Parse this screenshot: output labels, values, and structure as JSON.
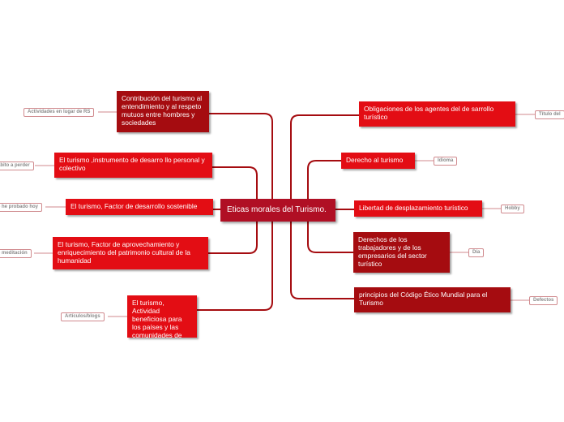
{
  "center": {
    "label": "Eticas morales del Turismo."
  },
  "left_nodes": [
    {
      "label": "Contribución del turismo al entendimiento y al respeto mutuos entre hombres y sociedades",
      "tag": "Actividades en lugar de RS"
    },
    {
      "label": "El turismo ,instrumento de desarro llo personal y colectivo",
      "tag": "ábito a perder"
    },
    {
      "label": "El turismo, Factor de desarrollo sostenible",
      "tag": "e he probado hoy"
    },
    {
      "label": "El turismo, Factor de aprovechamiento y enriquecimiento del patrimonio cultural de la humanidad",
      "tag": "e meditación"
    },
    {
      "label": "El turismo, Actividad beneficiosa para los países y las comunidades de destino",
      "tag": "Artículos/blogs"
    }
  ],
  "right_nodes": [
    {
      "label": "Obligaciones de los agentes del de sarrollo turístico",
      "tag": "Título del"
    },
    {
      "label": "Derecho al turismo",
      "tag": "Idioma"
    },
    {
      "label": "Libertad de desplazamiento turístico",
      "tag": "Hobby"
    },
    {
      "label": "Derechos de los trabajadores y de los empresarios del sector turístico",
      "tag": "Día"
    },
    {
      "label": "principios del Código Ético Mundial para el Turismo",
      "tag": "Defectos"
    }
  ],
  "colors": {
    "bright": "#e30d14",
    "dark": "#a50c10",
    "center": "#b00f24",
    "line": "#a50c10",
    "tag_line": "#d08a8e"
  }
}
